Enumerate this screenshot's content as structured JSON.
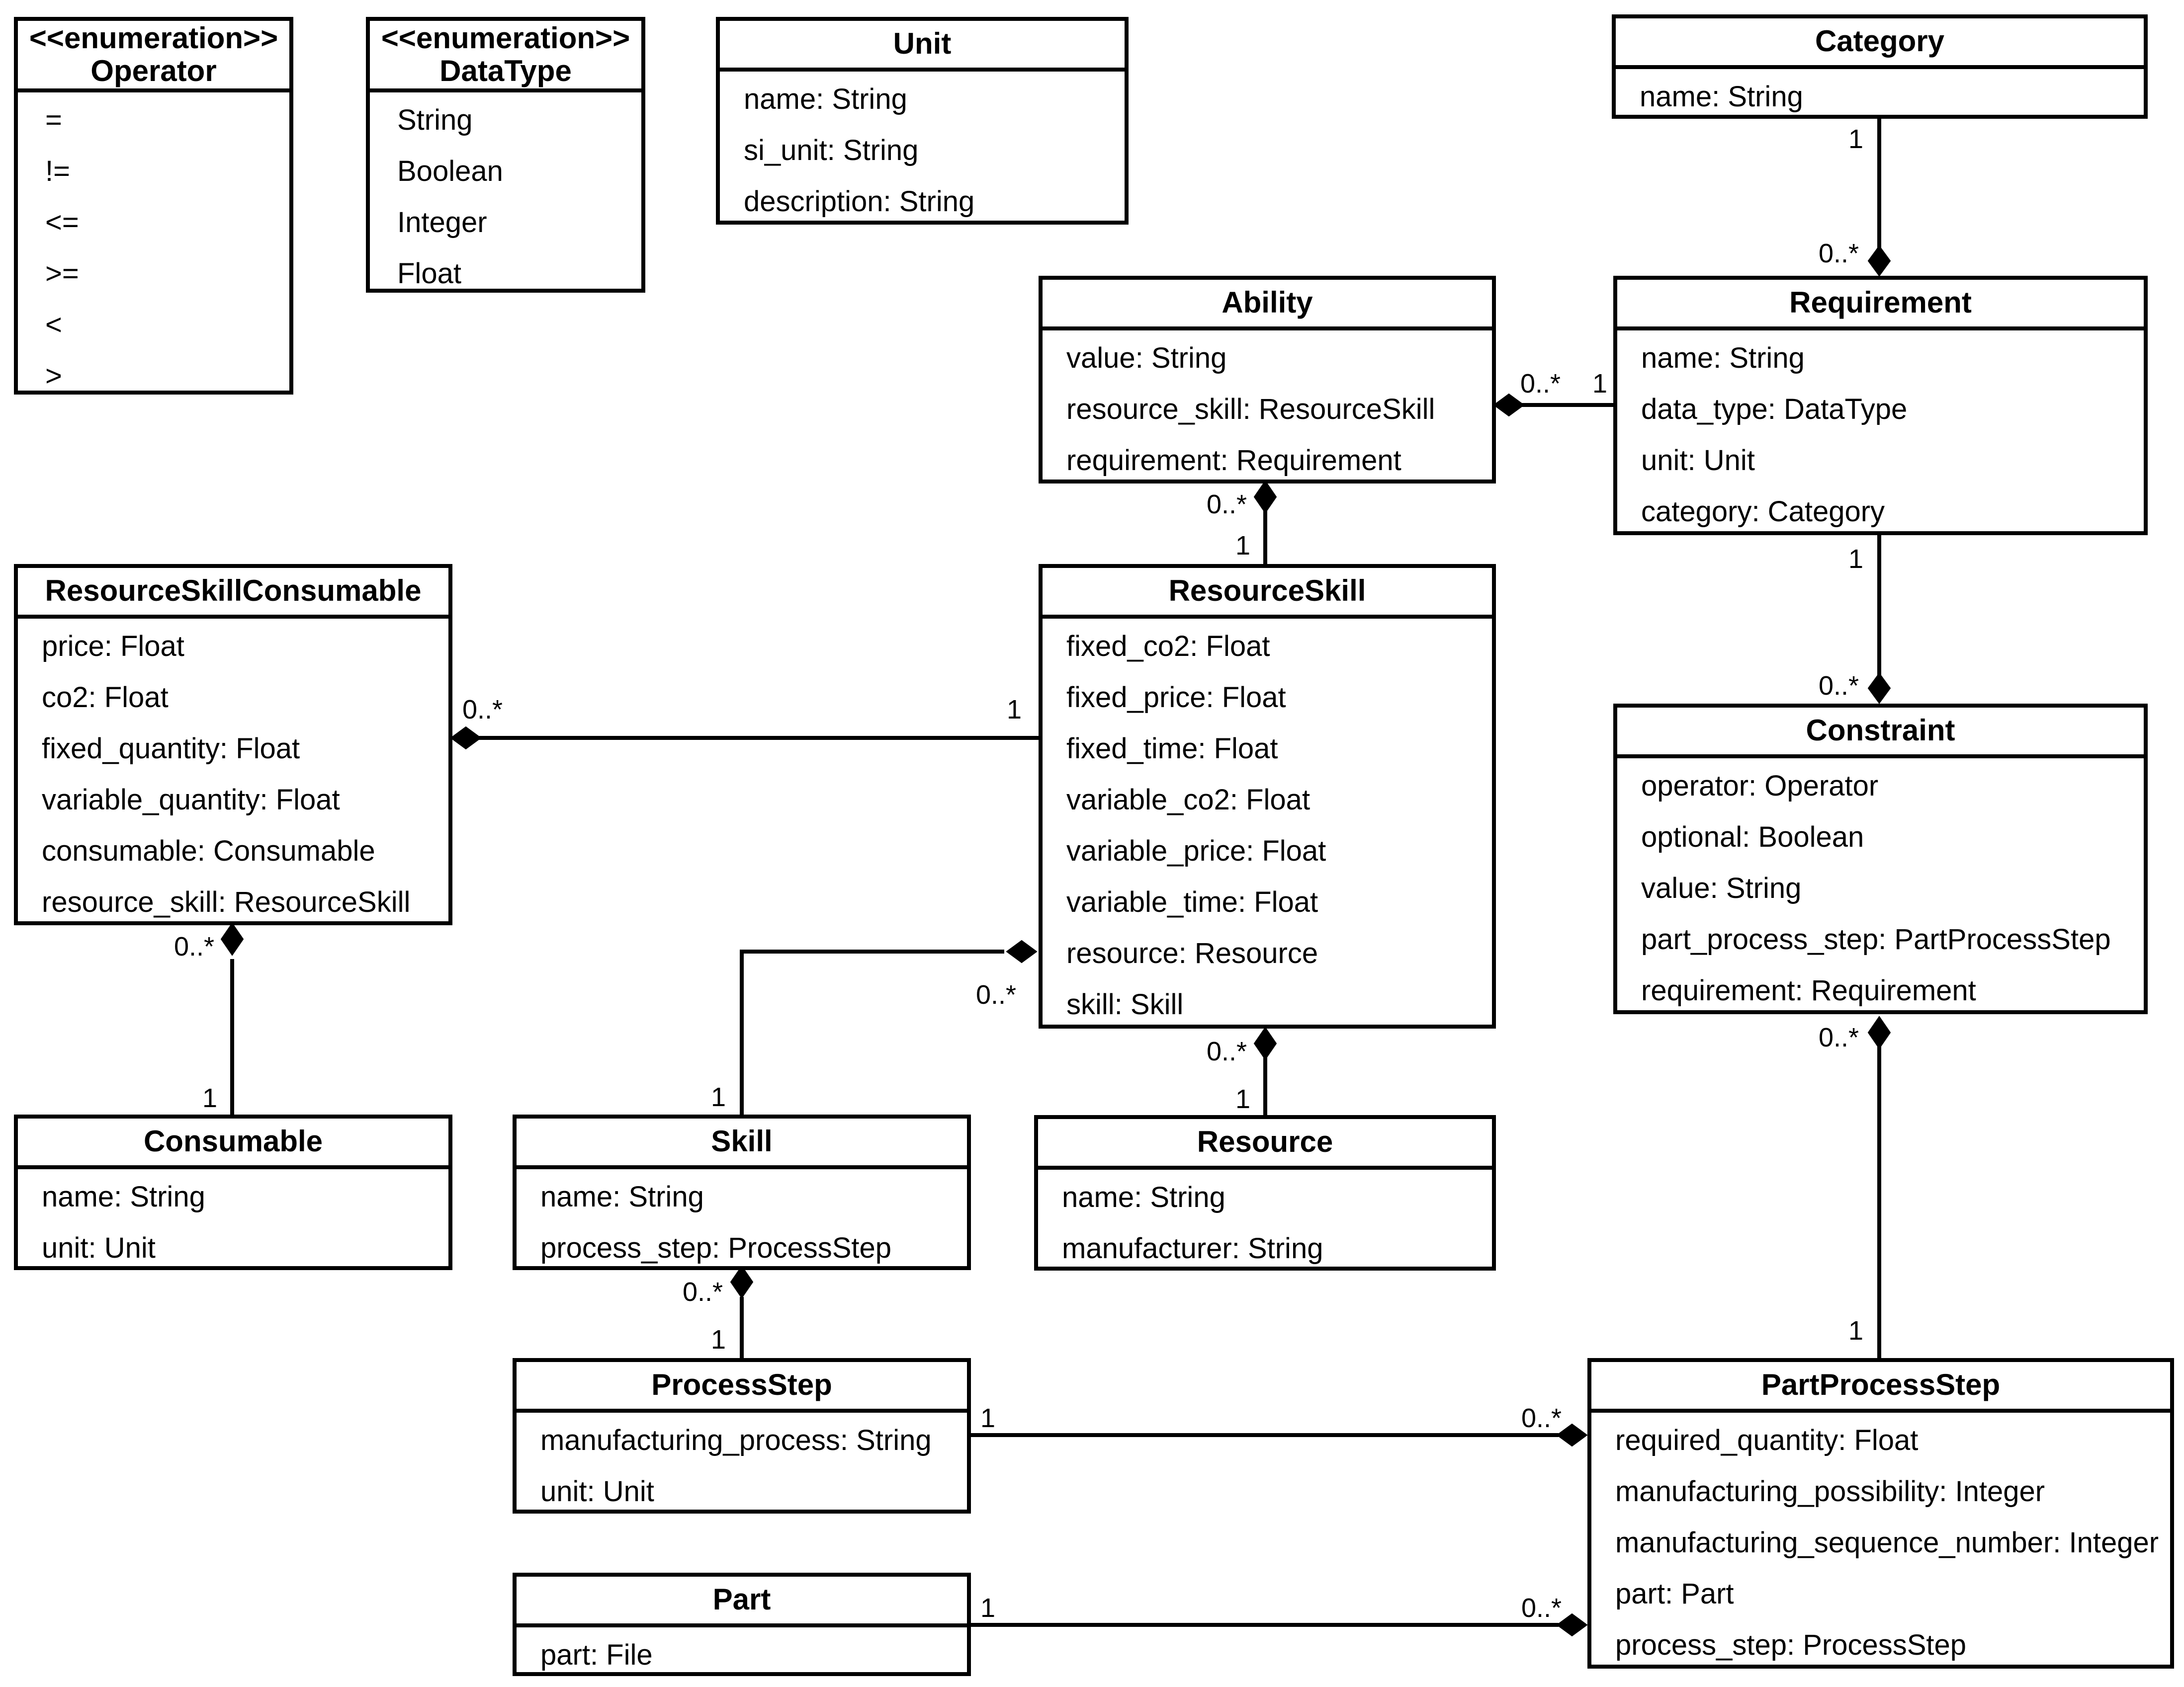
{
  "classes": {
    "operator": {
      "stereotype": "<<enumeration>>",
      "name": "Operator",
      "attributes": [
        "=",
        "!=",
        "<=",
        ">=",
        "<",
        ">"
      ]
    },
    "datatype": {
      "stereotype": "<<enumeration>>",
      "name": "DataType",
      "attributes": [
        "String",
        "Boolean",
        "Integer",
        "Float"
      ]
    },
    "unit": {
      "name": "Unit",
      "attributes": [
        "name: String",
        "si_unit: String",
        "description: String"
      ]
    },
    "category": {
      "name": "Category",
      "attributes": [
        "name: String"
      ]
    },
    "ability": {
      "name": "Ability",
      "attributes": [
        "value: String",
        "resource_skill: ResourceSkill",
        "requirement: Requirement"
      ]
    },
    "requirement": {
      "name": "Requirement",
      "attributes": [
        "name: String",
        "data_type: DataType",
        "unit: Unit",
        "category: Category"
      ]
    },
    "resource_skill_consumable": {
      "name": "ResourceSkillConsumable",
      "attributes": [
        "price: Float",
        "co2: Float",
        "fixed_quantity: Float",
        "variable_quantity: Float",
        "consumable: Consumable",
        "resource_skill: ResourceSkill"
      ]
    },
    "resource_skill": {
      "name": "ResourceSkill",
      "attributes": [
        "fixed_co2: Float",
        "fixed_price: Float",
        "fixed_time: Float",
        "variable_co2: Float",
        "variable_price: Float",
        "variable_time: Float",
        "resource: Resource",
        "skill: Skill"
      ]
    },
    "constraint": {
      "name": "Constraint",
      "attributes": [
        "operator: Operator",
        "optional: Boolean",
        "value: String",
        "part_process_step: PartProcessStep",
        "requirement: Requirement"
      ]
    },
    "consumable": {
      "name": "Consumable",
      "attributes": [
        "name: String",
        "unit: Unit"
      ]
    },
    "skill": {
      "name": "Skill",
      "attributes": [
        "name: String",
        "process_step: ProcessStep"
      ]
    },
    "resource": {
      "name": "Resource",
      "attributes": [
        "name: String",
        "manufacturer: String"
      ]
    },
    "process_step": {
      "name": "ProcessStep",
      "attributes": [
        "manufacturing_process: String",
        "unit: Unit"
      ]
    },
    "part_process_step": {
      "name": "PartProcessStep",
      "attributes": [
        "required_quantity: Float",
        "manufacturing_possibility: Integer",
        "manufacturing_sequence_number: Integer",
        "part: Part",
        "process_step: ProcessStep"
      ]
    },
    "part": {
      "name": "Part",
      "attributes": [
        "part: File"
      ]
    }
  },
  "associations": [
    {
      "id": "category-requirement",
      "source": "category",
      "target": "requirement",
      "source_mult": "1",
      "target_mult": "0..*",
      "composition_at": "target"
    },
    {
      "id": "requirement-ability",
      "source": "requirement",
      "target": "ability",
      "source_mult": "1",
      "target_mult": "0..*",
      "composition_at": "target"
    },
    {
      "id": "requirement-constraint",
      "source": "requirement",
      "target": "constraint",
      "source_mult": "1",
      "target_mult": "0..*",
      "composition_at": "target"
    },
    {
      "id": "resourceskill-ability",
      "source": "resource_skill",
      "target": "ability",
      "source_mult": "1",
      "target_mult": "0..*",
      "composition_at": "target"
    },
    {
      "id": "resourceskill-consumable",
      "source": "resource_skill",
      "target": "resource_skill_consumable",
      "source_mult": "1",
      "target_mult": "0..*",
      "composition_at": "target"
    },
    {
      "id": "consumable-rsc",
      "source": "consumable",
      "target": "resource_skill_consumable",
      "source_mult": "1",
      "target_mult": "0..*",
      "composition_at": "target"
    },
    {
      "id": "skill-resourceskill",
      "source": "skill",
      "target": "resource_skill",
      "source_mult": "1",
      "target_mult": "0..*",
      "composition_at": "target"
    },
    {
      "id": "resource-resourceskill",
      "source": "resource",
      "target": "resource_skill",
      "source_mult": "1",
      "target_mult": "0..*",
      "composition_at": "target"
    },
    {
      "id": "processstep-skill",
      "source": "process_step",
      "target": "skill",
      "source_mult": "1",
      "target_mult": "0..*",
      "composition_at": "target"
    },
    {
      "id": "partprocessstep-constraint",
      "source": "part_process_step",
      "target": "constraint",
      "source_mult": "1",
      "target_mult": "0..*",
      "composition_at": "target"
    },
    {
      "id": "processstep-partprocessstep",
      "source": "process_step",
      "target": "part_process_step",
      "source_mult": "1",
      "target_mult": "0..*",
      "composition_at": "target"
    },
    {
      "id": "part-partprocessstep",
      "source": "part",
      "target": "part_process_step",
      "source_mult": "1",
      "target_mult": "0..*",
      "composition_at": "target"
    }
  ]
}
